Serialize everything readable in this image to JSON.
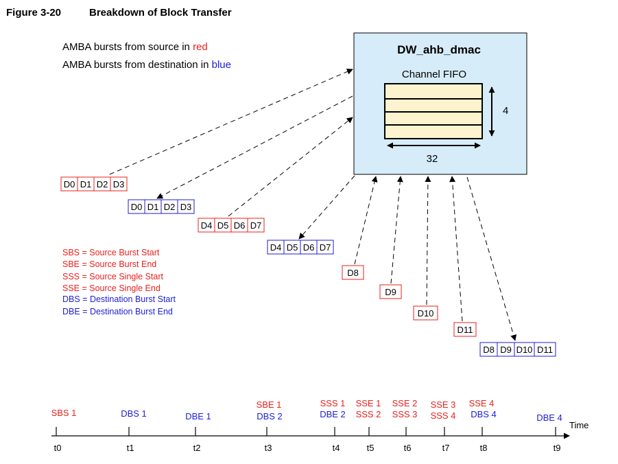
{
  "figure": {
    "number": "Figure 3-20",
    "title": "Breakdown of Block Transfer"
  },
  "legend_top": {
    "line1_prefix": "AMBA bursts from source in ",
    "line1_word": "red",
    "line2_prefix": "AMBA bursts from destination in ",
    "line2_word": "blue"
  },
  "block": {
    "title": "DW_ahb_dmac",
    "fifo_label": "Channel FIFO",
    "depth": "4",
    "width": "32"
  },
  "bursts": [
    {
      "id": "src-burst-1",
      "cells": [
        "D0",
        "D1",
        "D2",
        "D3"
      ]
    },
    {
      "id": "dst-burst-1",
      "cells": [
        "D0",
        "D1",
        "D2",
        "D3"
      ]
    },
    {
      "id": "src-burst-2",
      "cells": [
        "D4",
        "D5",
        "D6",
        "D7"
      ]
    },
    {
      "id": "dst-burst-2",
      "cells": [
        "D4",
        "D5",
        "D6",
        "D7"
      ]
    },
    {
      "id": "src-single-1",
      "cells": [
        "D8"
      ]
    },
    {
      "id": "src-single-2",
      "cells": [
        "D9"
      ]
    },
    {
      "id": "src-single-3",
      "cells": [
        "D10"
      ]
    },
    {
      "id": "src-single-4",
      "cells": [
        "D11"
      ]
    },
    {
      "id": "dst-burst-3",
      "cells": [
        "D8",
        "D9",
        "D10",
        "D11"
      ]
    }
  ],
  "abbreviations": [
    {
      "text": "SBS = Source Burst Start"
    },
    {
      "text": "SBE = Source Burst End"
    },
    {
      "text": "SSS = Source Single Start"
    },
    {
      "text": "SSE = Source Single End"
    },
    {
      "text": "DBS = Destination Burst Start"
    },
    {
      "text": "DBE = Destination Burst End"
    }
  ],
  "timeline": {
    "axis_label": "Time",
    "ticks": [
      "t0",
      "t1",
      "t2",
      "t3",
      "t4",
      "t5",
      "t6",
      "t7",
      "t8",
      "t9"
    ],
    "events": [
      {
        "text": "SBS 1"
      },
      {
        "text": "DBS 1"
      },
      {
        "text": "DBE 1"
      },
      {
        "text": "SBE 1"
      },
      {
        "text": "DBS 2"
      },
      {
        "text": "SSS 1"
      },
      {
        "text": "DBE 2"
      },
      {
        "text": "SSE 1"
      },
      {
        "text": "SSS 2"
      },
      {
        "text": "SSE 2"
      },
      {
        "text": "SSS 3"
      },
      {
        "text": "SSE 3"
      },
      {
        "text": "SSS 4"
      },
      {
        "text": "SSE 4"
      },
      {
        "text": "DBS 4"
      },
      {
        "text": "DBE 4"
      }
    ]
  },
  "colors": {
    "source": "#e8201c",
    "destination": "#1c1cd6",
    "block_fill": "#d6ecf8",
    "fifo_fill": "#fdf3cf",
    "ink": "#000000"
  }
}
